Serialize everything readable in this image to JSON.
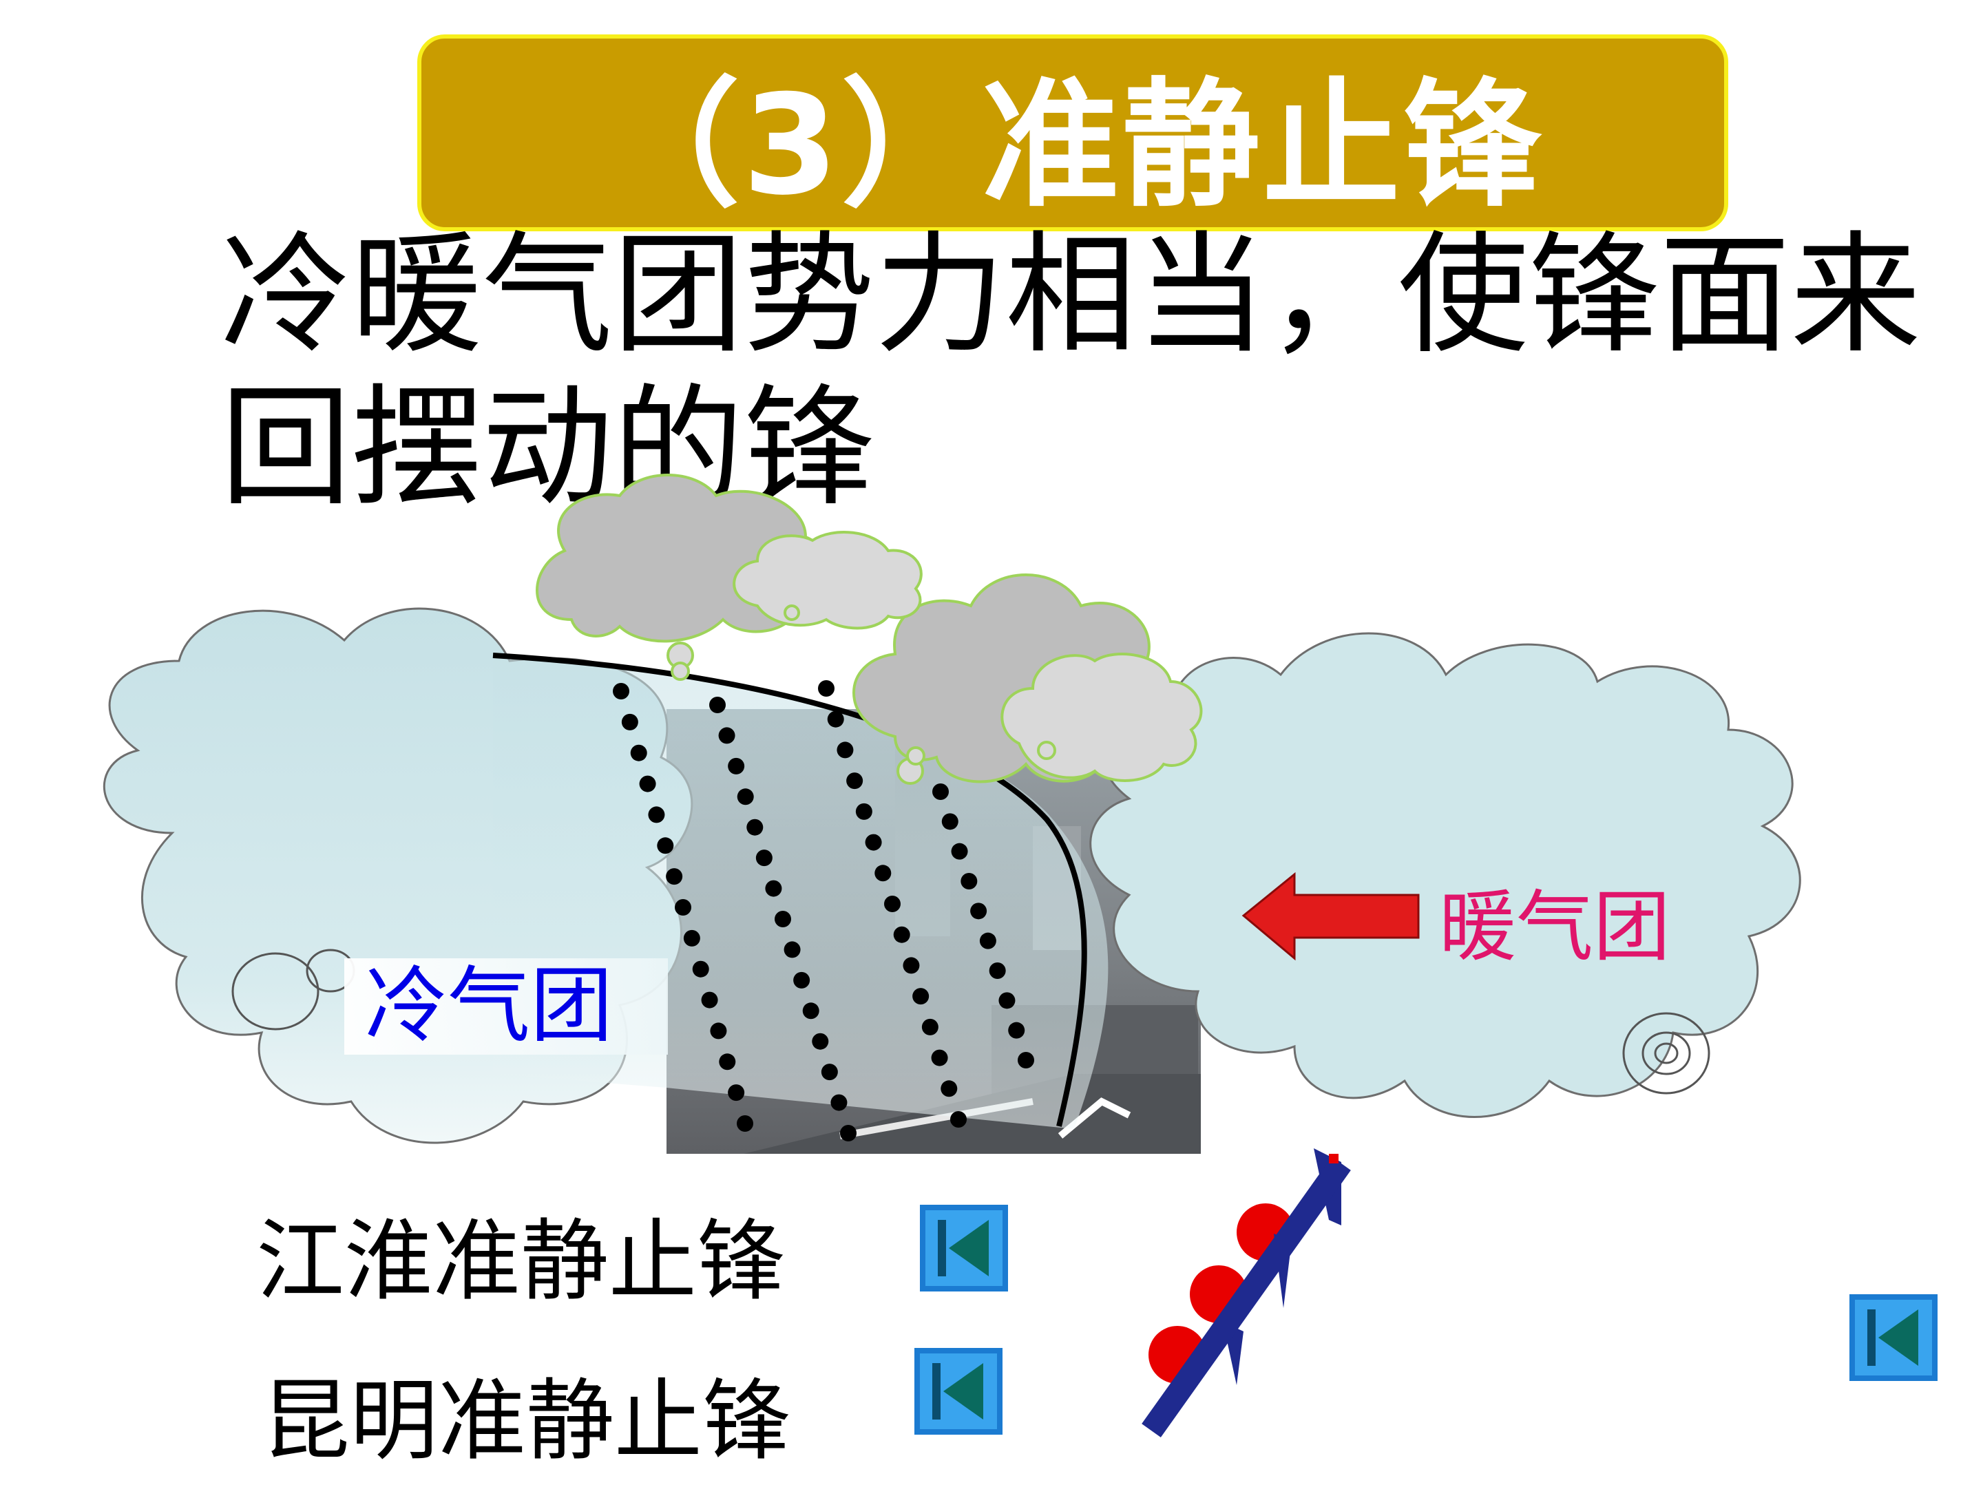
{
  "title": "（3）准静止锋",
  "definition": "冷暖气团势力相当，使锋面来回摆动的锋",
  "labels": {
    "cold_air_mass": "冷气团",
    "warm_air_mass": "暖气团"
  },
  "captions": {
    "jianghuai": "江淮准静止锋",
    "kunming": "昆明准静止锋"
  },
  "icons": {
    "nav_button": "back-triangle-icon",
    "front_symbol": "stationary-front-symbol",
    "arrow": "left-arrow-icon"
  },
  "colors": {
    "banner_bg": "#c99c00",
    "banner_border": "#f7ef1c",
    "cold_label": "#0000e6",
    "warm_label": "#e0156b",
    "arrow": "#e11b1b",
    "cloud_fill": "#cfe7ea",
    "front_blue": "#1f2a8f",
    "front_red": "#e80000"
  }
}
